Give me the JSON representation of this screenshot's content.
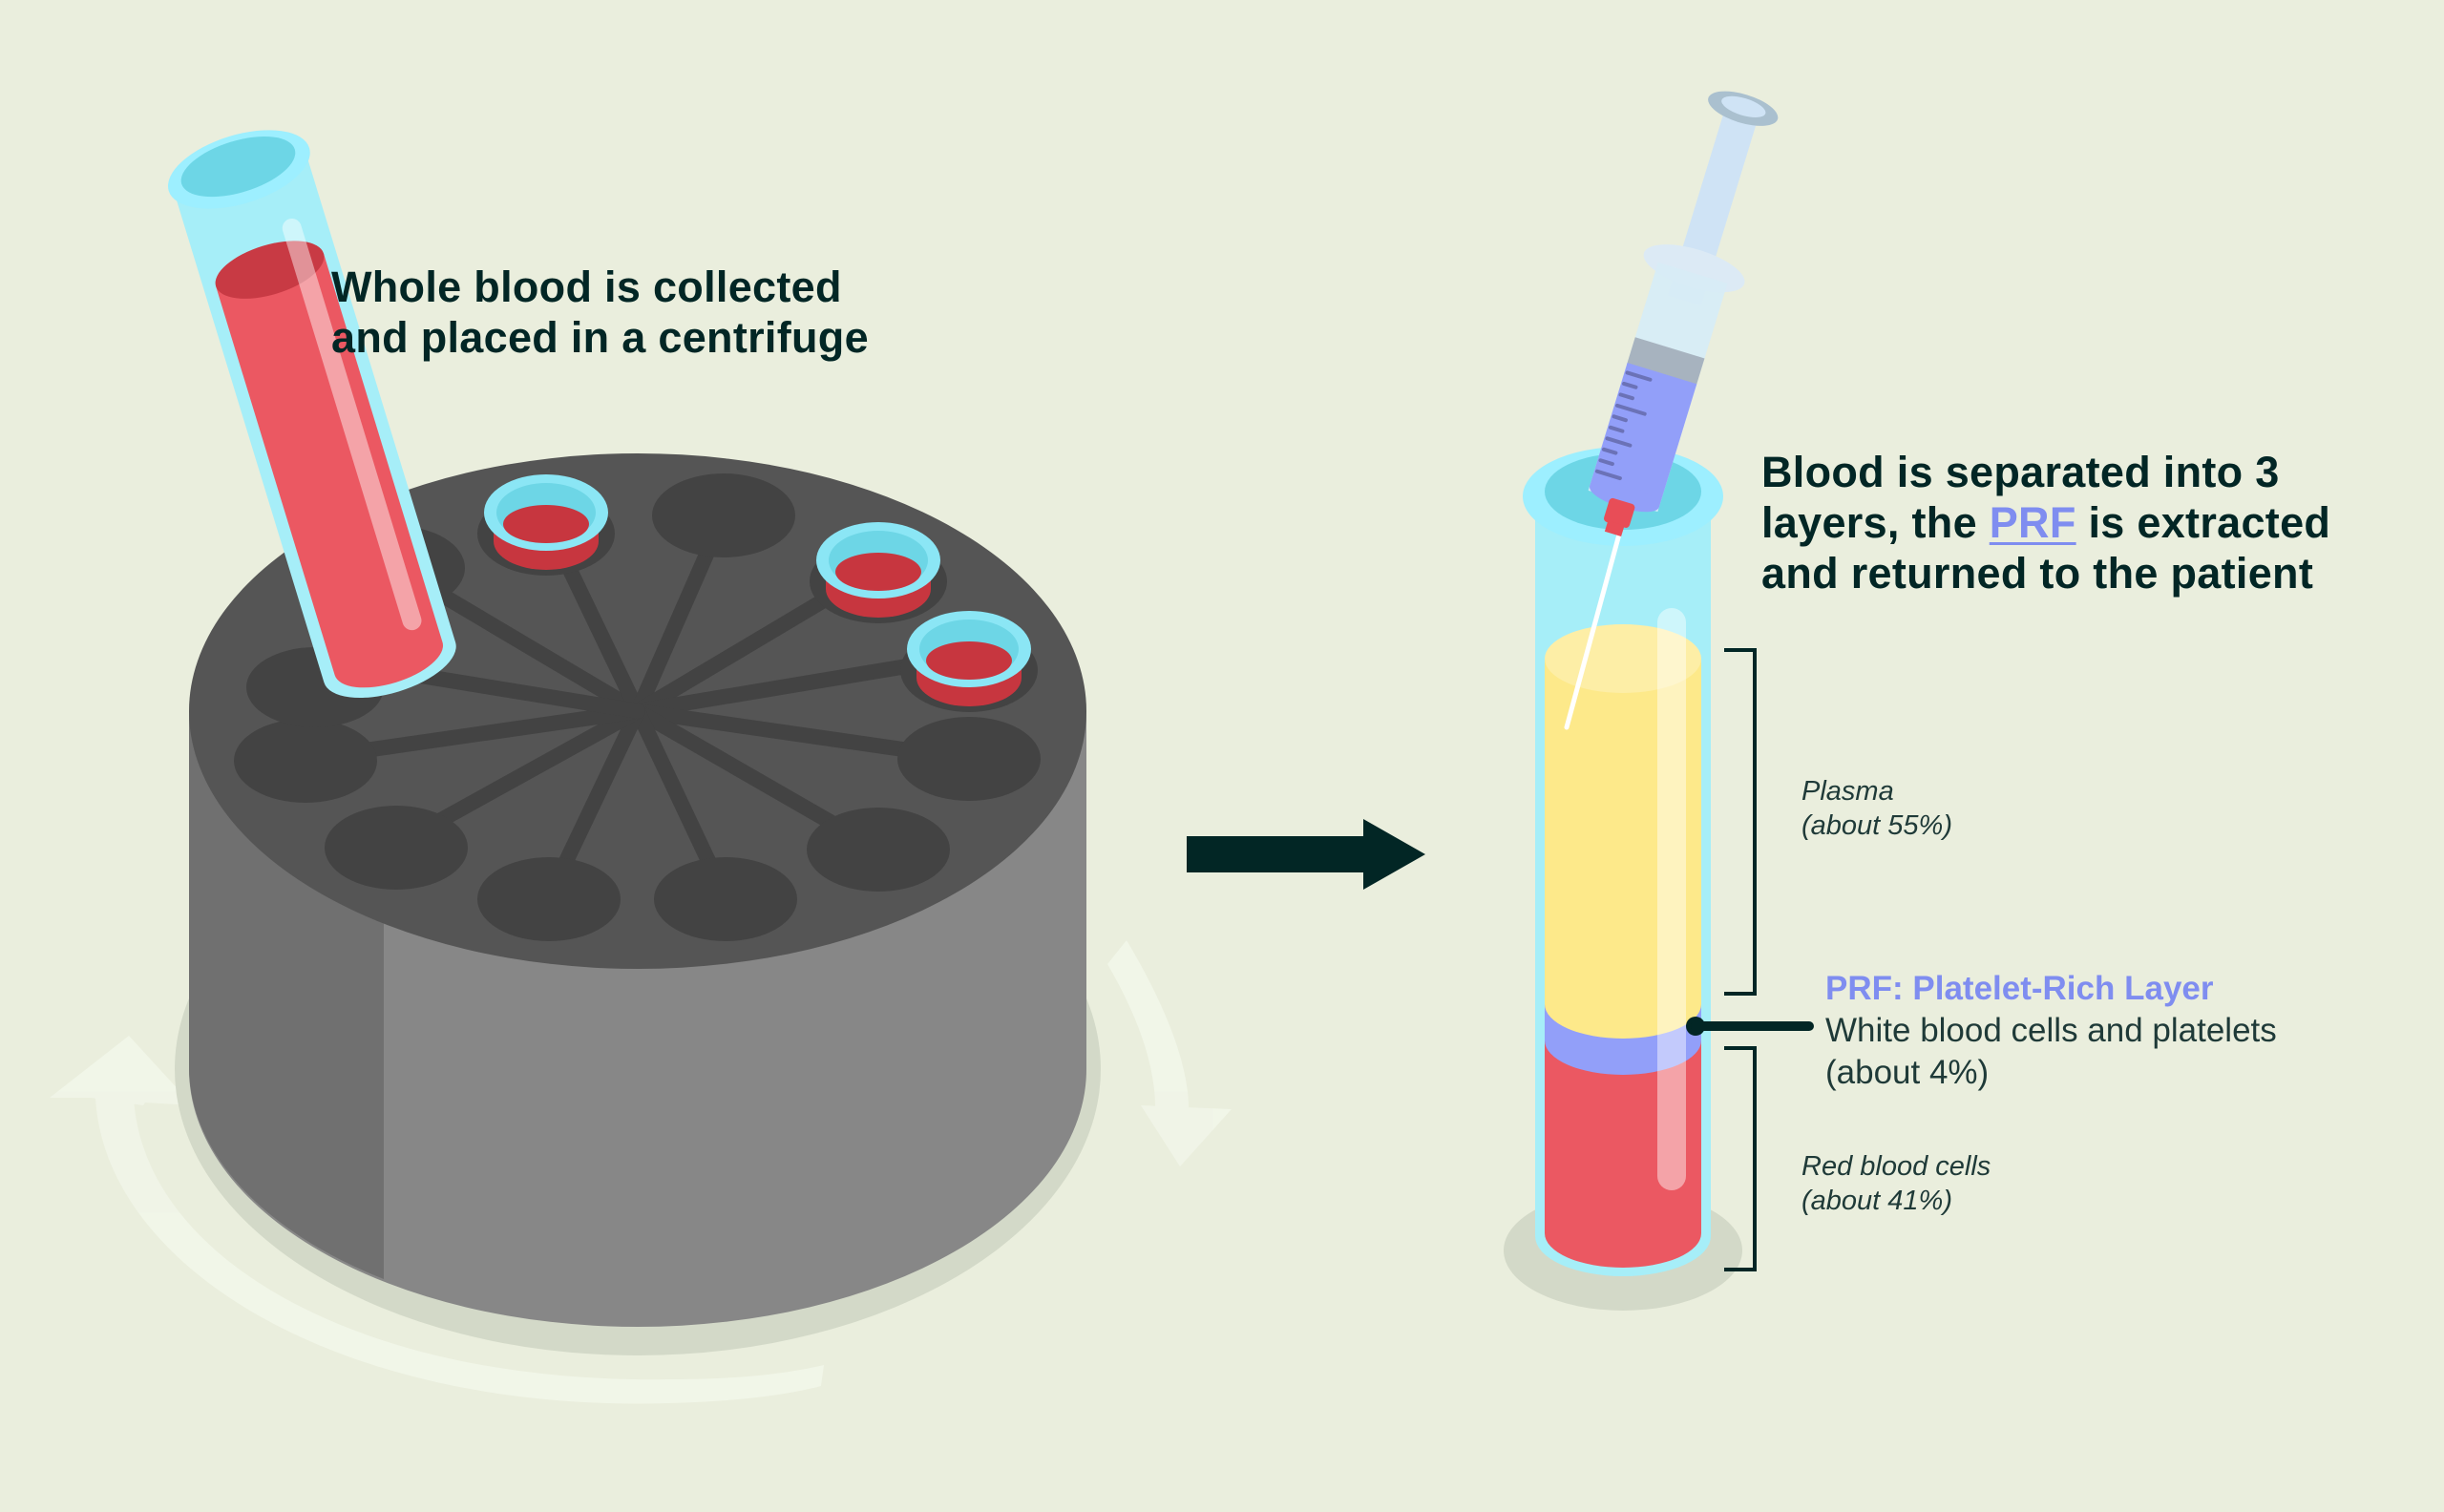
{
  "step1": {
    "caption_lines": [
      "Whole blood is collected",
      "and placed in a centrifuge"
    ]
  },
  "step2": {
    "caption_line1": "Blood is separated into 3",
    "caption_line2_before": "layers, the ",
    "caption_line2_link": "PRF",
    "caption_line2_after": " is extracted",
    "caption_line3": "and returned to the patient"
  },
  "layers": {
    "plasma": {
      "name": "Plasma",
      "share_label": "(about 55%)",
      "percent": 55,
      "color": "#fde98a"
    },
    "prf": {
      "title": "PRF: Platelet-Rich Layer",
      "description": "White blood cells and platelets",
      "share_label": "(about 4%)",
      "percent": 4,
      "color": "#929ff9"
    },
    "red_cells": {
      "name": "Red blood cells",
      "share_label": "(about 41%)",
      "percent": 41,
      "color": "#eb5862"
    }
  },
  "colors": {
    "background": "#eaeedd",
    "text_dark": "#022625",
    "accent_prf": "#7f8df0",
    "tube_glass": "#a6eef8",
    "centrifuge_top": "#555555",
    "centrifuge_side": "#878787"
  },
  "icons": {
    "centrifuge": "centrifuge-icon",
    "test_tube": "test-tube-icon",
    "arrow": "arrow-right-icon",
    "syringe": "syringe-icon",
    "rotation": "rotation-arrows-icon"
  }
}
